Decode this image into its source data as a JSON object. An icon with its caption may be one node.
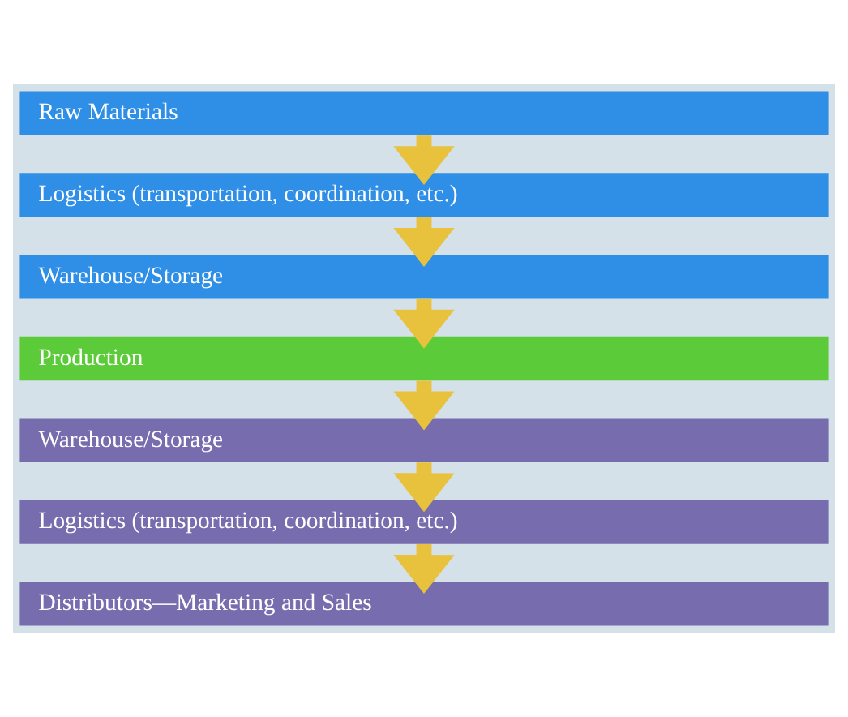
{
  "diagram": {
    "nodes": [
      {
        "text": [
          "Raw Materials"
        ]
      },
      {
        "text": [
          "Logistics (transportation, coordination, etc.)"
        ]
      },
      {
        "text": [
          "Warehouse/Storage"
        ]
      },
      {
        "text": [
          "Production"
        ]
      },
      {
        "text": [
          "Warehouse/Storage"
        ]
      },
      {
        "text": [
          "Logistics (transportation, coordination, etc.)"
        ]
      },
      {
        "text": [
          "Distributors—Marketing and Sales"
        ]
      }
    ],
    "edges": [
      {
        "from": 0,
        "to": 1,
        "arrow": "to"
      },
      {
        "from": 1,
        "to": 2,
        "arrow": "to"
      },
      {
        "from": 2,
        "to": 3,
        "arrow": "to"
      },
      {
        "from": 3,
        "to": 4,
        "arrow": "to"
      },
      {
        "from": 4,
        "to": 5,
        "arrow": "to"
      },
      {
        "from": 5,
        "to": 6,
        "arrow": "to"
      }
    ]
  }
}
